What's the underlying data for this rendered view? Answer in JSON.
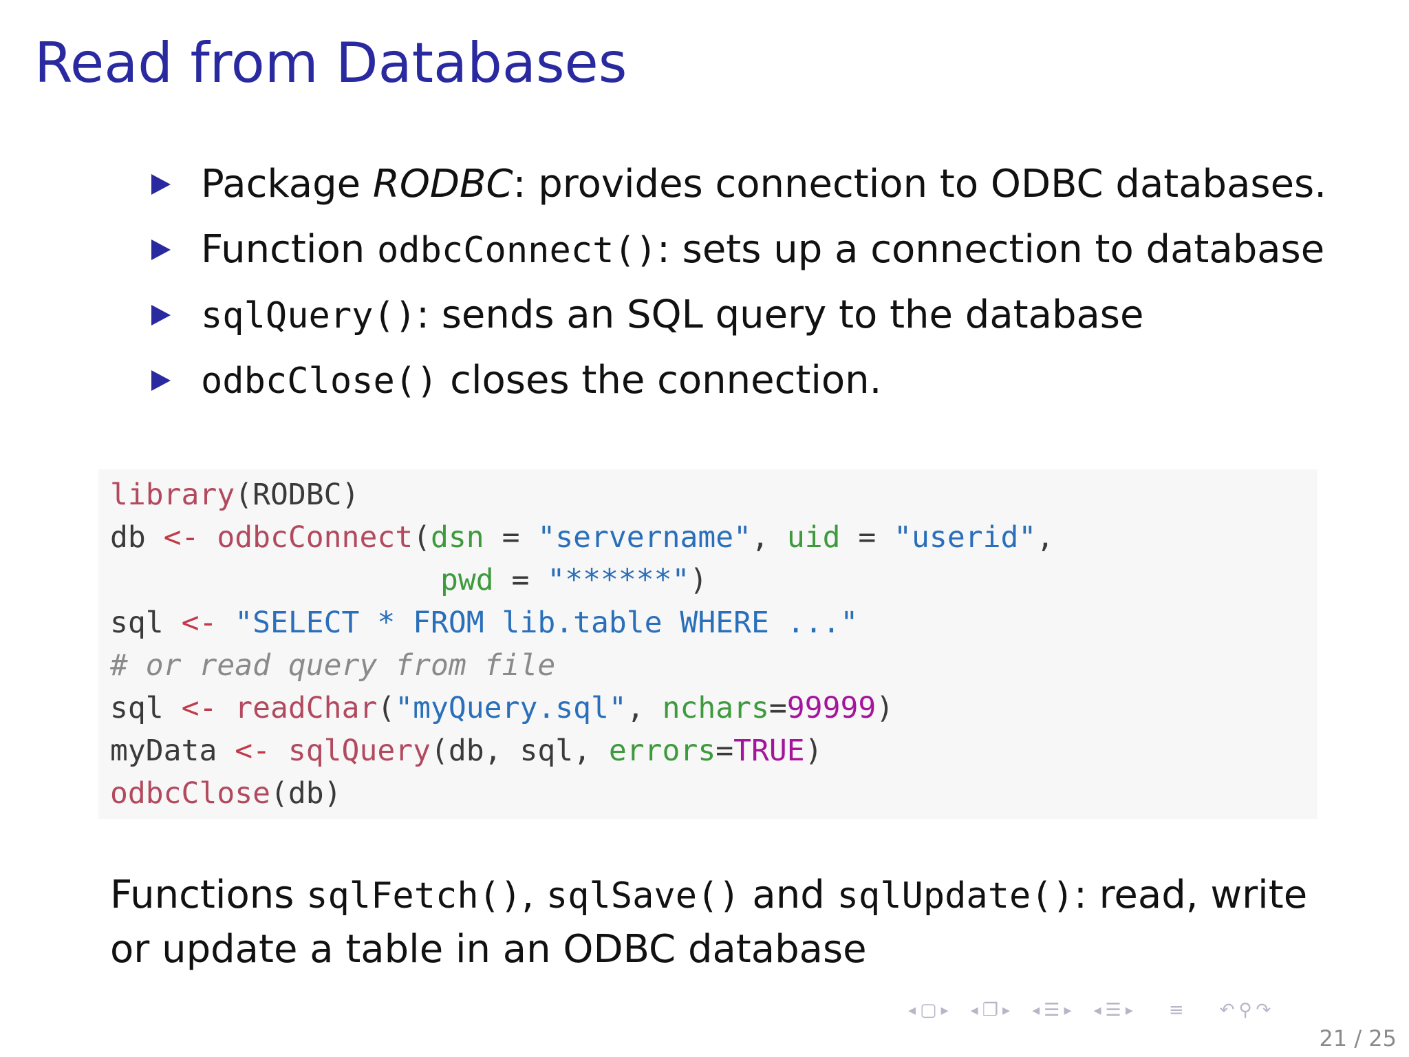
{
  "title": "Read from Databases",
  "bullets": [
    {
      "pre": "Package ",
      "code": "",
      "em": "RODBC",
      "post": ": provides connection to ODBC databases."
    },
    {
      "pre": "Function ",
      "code": "odbcConnect()",
      "em": "",
      "post": ": sets up a connection to database"
    },
    {
      "pre": "",
      "code": "sqlQuery()",
      "em": "",
      "post": ": sends an SQL query to the database"
    },
    {
      "pre": "",
      "code": "odbcClose()",
      "em": "",
      "post": " closes the connection."
    }
  ],
  "code": {
    "l1_fn": "library",
    "l1_rest": "(RODBC)",
    "l2_var": "db ",
    "l2_op": "<-",
    "l2_sp": " ",
    "l2_fn": "odbcConnect",
    "l2_p1": "(",
    "l2_arg1": "dsn",
    "l2_eq1": " = ",
    "l2_str1": "\"servername\"",
    "l2_c1": ", ",
    "l2_arg2": "uid",
    "l2_eq2": " = ",
    "l2_str2": "\"userid\"",
    "l2_c2": ",",
    "l3_arg": "pwd",
    "l3_eq": " = ",
    "l3_str": "\"******\"",
    "l3_end": ")",
    "l4_var": "sql ",
    "l4_op": "<-",
    "l4_str": " \"SELECT * FROM lib.table WHERE ...\"",
    "l5_cmt": "# or read query from file",
    "l6_var": "sql ",
    "l6_op": "<-",
    "l6_sp": " ",
    "l6_fn": "readChar",
    "l6_p1": "(",
    "l6_str": "\"myQuery.sql\"",
    "l6_c": ", ",
    "l6_arg": "nchars",
    "l6_eq": "=",
    "l6_num": "99999",
    "l6_end": ")",
    "l7_var": "myData ",
    "l7_op": "<-",
    "l7_sp": " ",
    "l7_fn": "sqlQuery",
    "l7_mid": "(db, sql, ",
    "l7_arg": "errors",
    "l7_eq": "=",
    "l7_num": "TRUE",
    "l7_end": ")",
    "l8_fn": "odbcClose",
    "l8_rest": "(db)"
  },
  "footer": {
    "t1": "Functions ",
    "c1": "sqlFetch()",
    "t2": ", ",
    "c2": "sqlSave()",
    "t3": " and ",
    "c3": "sqlUpdate()",
    "t4": ": read, write or update a table in an ODBC database"
  },
  "page_number": "21 / 25"
}
